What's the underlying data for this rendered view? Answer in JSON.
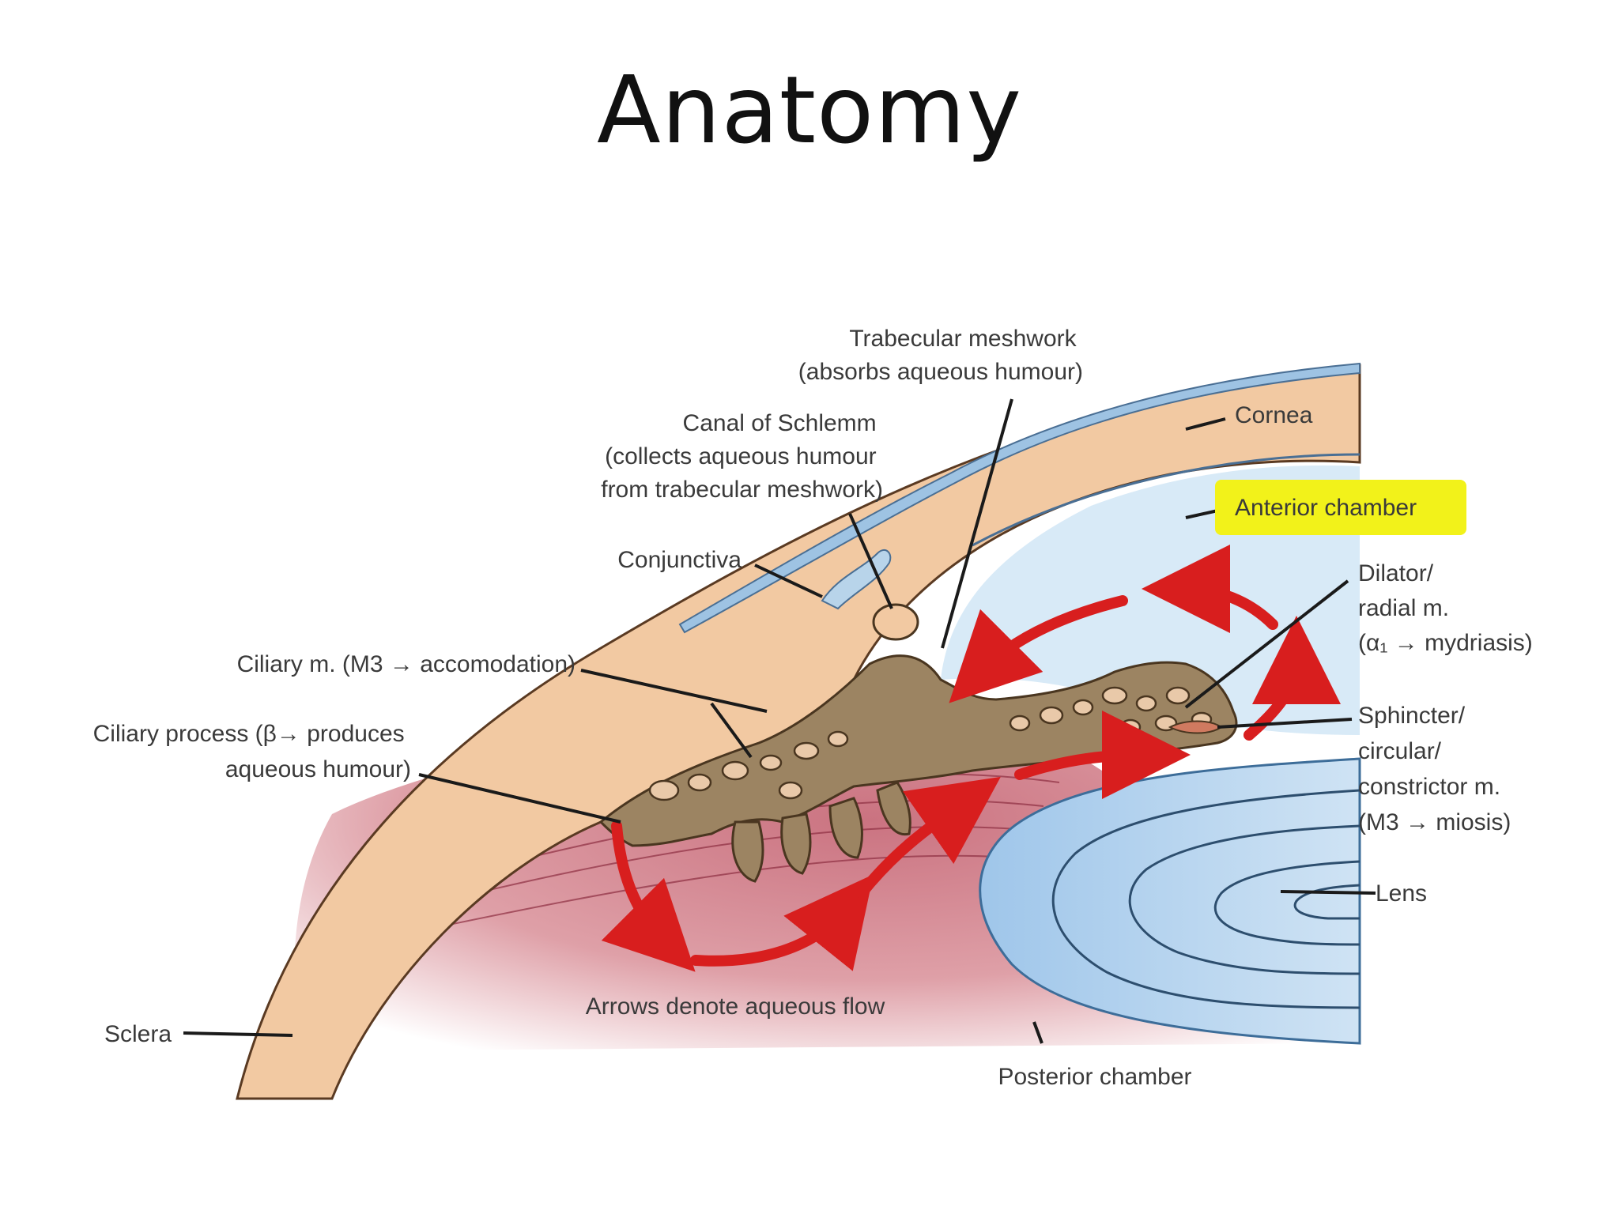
{
  "slide": {
    "title": "Anatomy"
  },
  "labels": {
    "trabecular": [
      "Trabecular meshwork",
      "(absorbs aqueous humour)"
    ],
    "canal": [
      "Canal of Schlemm",
      "(collects aqueous humour",
      "from trabecular meshwork)"
    ],
    "conjunctiva": "Conjunctiva",
    "cornea": "Cornea",
    "anterior_chamber": "Anterior chamber",
    "dilator": [
      "Dilator/",
      "radial m.",
      "(α₁ → mydriasis)"
    ],
    "ciliary_muscle": "Ciliary m. (M3 → accomodation)",
    "ciliary_process": [
      "Ciliary process (β→ produces",
      "aqueous humour)"
    ],
    "sphincter": [
      "Sphincter/",
      "circular/",
      "constrictor m.",
      "(M3 → miosis)"
    ],
    "lens": "Lens",
    "arrows_note": "Arrows denote aqueous flow",
    "sclera": "Sclera",
    "posterior_chamber": "Posterior chamber"
  },
  "colors": {
    "sclera": "#f2c9a2",
    "conjunctiva": "#b8d4ea",
    "chamber": "#d8eaf7",
    "lens": "#a9cdec",
    "ciliary_body": "#9c8462",
    "muscle": "#b8485a",
    "arrow": "#d81e1e",
    "highlight": "#f2f21a"
  }
}
